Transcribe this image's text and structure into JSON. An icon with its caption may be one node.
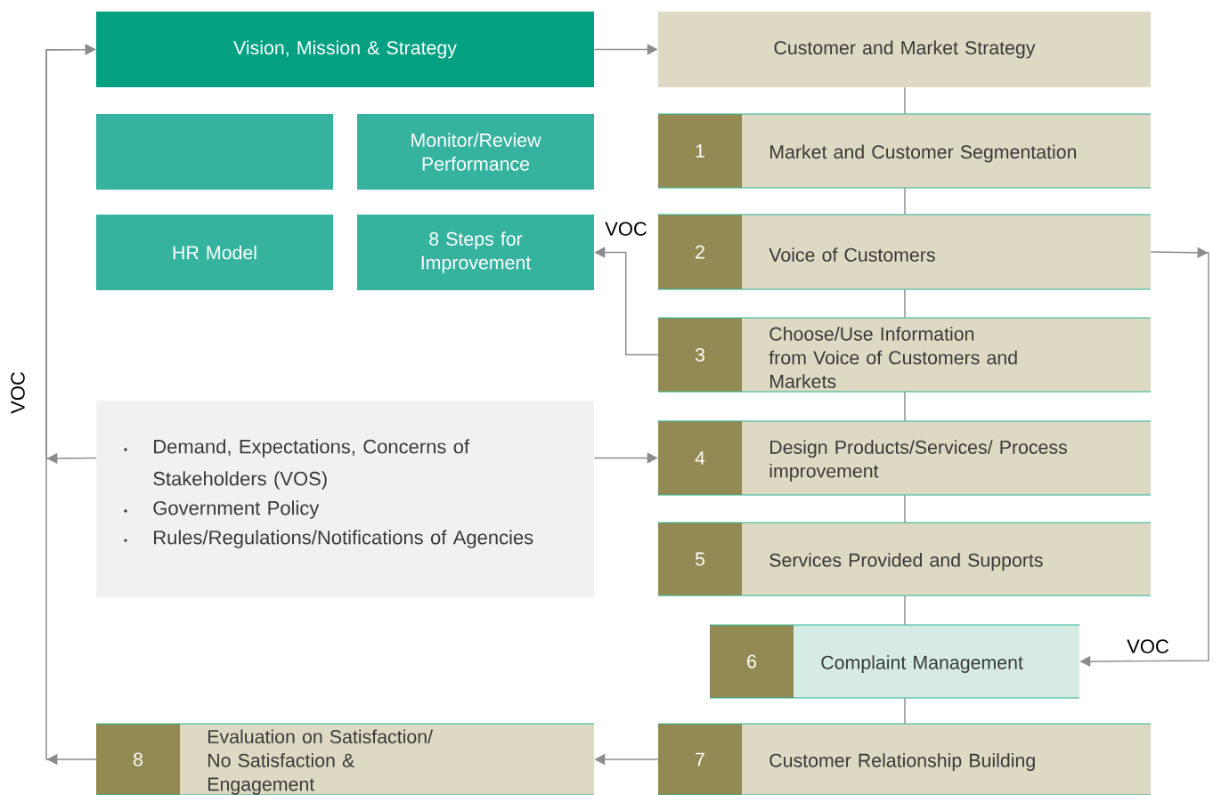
{
  "diagram": {
    "nodes": [
      {
        "text": [
          "Vision, Mission & Strategy"
        ]
      },
      {
        "text": [
          "Customer and Market Strategy"
        ]
      },
      {
        "text": [],
        "shape": "box"
      },
      {
        "text": [
          "Monitor/Review Performance"
        ]
      },
      {
        "text": [
          "HR Model"
        ]
      },
      {
        "text": [
          "8 Steps for Improvement"
        ]
      },
      {
        "text": [
          "1",
          "Market and Customer Segmentation"
        ]
      },
      {
        "text": [
          "2",
          "Voice of Customers"
        ]
      },
      {
        "text": [
          "3",
          "Choose/Use Information from Voice of Customers and Markets"
        ]
      },
      {
        "text": [
          "Demand, Expectations, Concerns of Stakeholders (VOS)",
          "Government Policy",
          "Rules/Regulations/Notifications of Agencies"
        ]
      },
      {
        "text": [
          "4",
          "Design Products/Services/ Process improvement"
        ]
      },
      {
        "text": [
          "5",
          "Services Provided and Supports"
        ]
      },
      {
        "text": [
          "6",
          "Complaint Management"
        ]
      },
      {
        "text": [
          "7",
          "Customer Relationship Building"
        ]
      },
      {
        "text": [
          "8",
          "Evaluation on Satisfaction/ No Satisfaction & Engagement"
        ]
      }
    ],
    "edges": [
      {
        "from": 0,
        "to": 1,
        "arrow": "to"
      },
      {
        "from": 1,
        "to": 6,
        "arrow": "none"
      },
      {
        "from": 6,
        "to": 7,
        "arrow": "none"
      },
      {
        "from": 7,
        "to": 8,
        "arrow": "none"
      },
      {
        "from": 8,
        "to": 10,
        "arrow": "none"
      },
      {
        "from": 10,
        "to": 11,
        "arrow": "none"
      },
      {
        "from": 11,
        "to": 12,
        "arrow": "none"
      },
      {
        "from": 12,
        "to": 13,
        "arrow": "none"
      },
      {
        "from": 8,
        "to": 5,
        "arrow": "to",
        "label": "VOC"
      },
      {
        "from": 9,
        "to": 10,
        "arrow": "to"
      },
      {
        "from": 9,
        "to": 0,
        "arrow": "to",
        "label": "VOC"
      },
      {
        "from": 14,
        "to": 0,
        "arrow": "to"
      },
      {
        "from": 7,
        "to": 12,
        "arrow": "to",
        "label": "VOC"
      },
      {
        "from": 13,
        "to": 14,
        "arrow": "to"
      }
    ]
  }
}
